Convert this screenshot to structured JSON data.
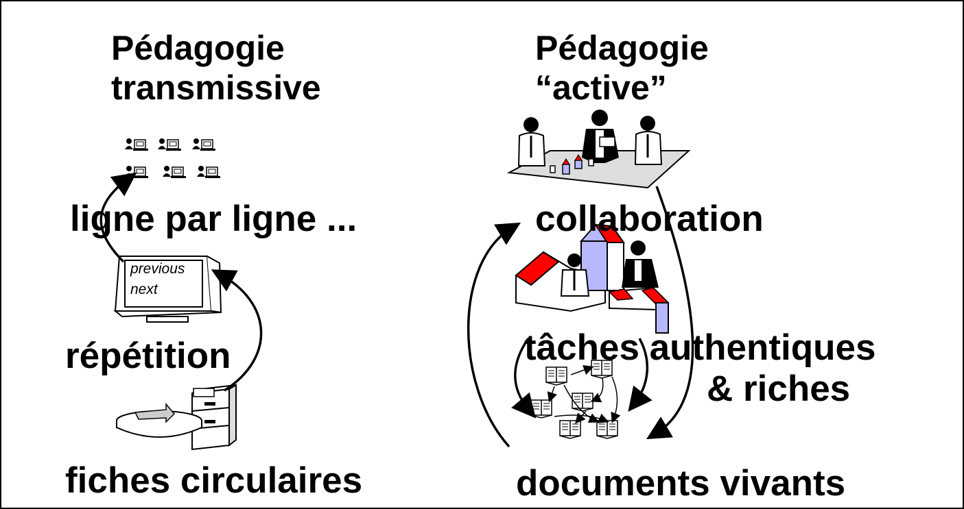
{
  "left": {
    "title_line1": "Pédagogie",
    "title_line2": "transmissive",
    "caption_line_by_line": "ligne par ligne ...",
    "screen_previous": "previous",
    "screen_next": "next",
    "caption_repetition": "répétition",
    "caption_fiches": "fiches circulaires"
  },
  "right": {
    "title_line1": "Pédagogie",
    "title_line2": "“active”",
    "caption_collaboration": "collaboration",
    "caption_taches_line1": "tâches authentiques",
    "caption_taches_line2": "& riches",
    "caption_documents": "documents vivants"
  },
  "colors": {
    "roof_red": "#ff0000",
    "wall_blue": "#b8b8ff",
    "line": "#000000"
  }
}
